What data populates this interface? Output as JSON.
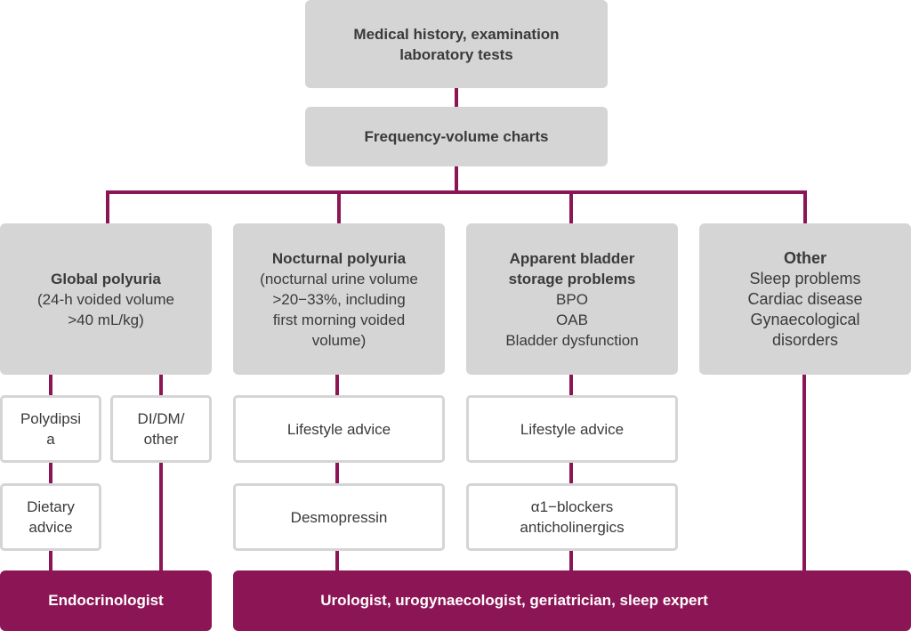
{
  "diagram": {
    "colors": {
      "accent": "#8c1655",
      "grey_box": "#d5d5d5",
      "text": "#3a3a3a"
    },
    "start": {
      "line1": "Medical history, examination",
      "line2": "laboratory tests"
    },
    "step2": {
      "label": "Frequency-volume charts"
    },
    "categories": [
      {
        "title": "Global polyuria",
        "details": [
          "(24-h voided volume",
          ">40 mL/kg)"
        ]
      },
      {
        "title": "Nocturnal polyuria",
        "details": [
          "(nocturnal urine volume",
          ">20−33%, including",
          "first morning voided",
          "volume)"
        ]
      },
      {
        "title_lines": [
          "Apparent bladder",
          "storage problems"
        ],
        "details": [
          "BPO",
          "OAB",
          "Bladder dysfunction"
        ]
      },
      {
        "title": "Other",
        "details": [
          "Sleep problems",
          "Cardiac disease",
          "Gynaecological",
          "disorders"
        ]
      }
    ],
    "global_branches": {
      "polydipsia": [
        "Polydipsi",
        "a"
      ],
      "dietary": [
        "Dietary",
        "advice"
      ],
      "di_dm": [
        "DI/DM/",
        "other"
      ]
    },
    "nocturnal_steps": [
      "Lifestyle advice",
      "Desmopressin"
    ],
    "bladder_steps": {
      "first": "Lifestyle advice",
      "second": [
        "α1−blockers",
        "anticholinergics"
      ]
    },
    "specialists": {
      "endocrine": "Endocrinologist",
      "other": "Urologist, urogynaecologist, geriatrician, sleep expert"
    }
  }
}
